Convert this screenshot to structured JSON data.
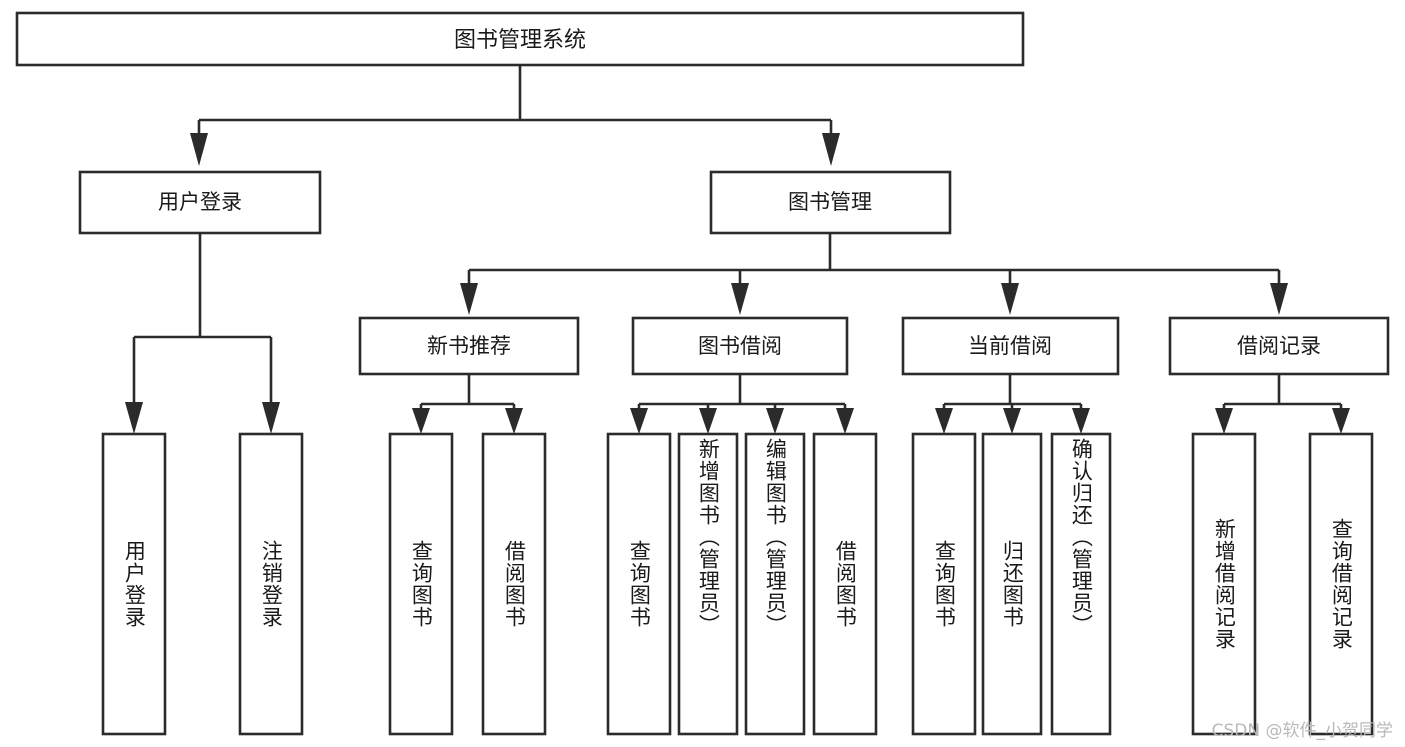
{
  "diagram": {
    "type": "tree",
    "title": "图书管理系统",
    "orientation": "top-down",
    "colors": {
      "box_fill": "#ffffff",
      "box_stroke": "#2b2b2b",
      "text": "#1a1a1a",
      "background": "#ffffff",
      "watermark": "#b9b9b9"
    },
    "levels": [
      {
        "level": 1,
        "nodes": [
          {
            "id": "root",
            "label": "图书管理系统",
            "text_direction": "horizontal"
          }
        ]
      },
      {
        "level": 2,
        "nodes": [
          {
            "id": "user-login",
            "label": "用户登录",
            "parent": "root",
            "text_direction": "horizontal"
          },
          {
            "id": "book-manage",
            "label": "图书管理",
            "parent": "root",
            "text_direction": "horizontal"
          }
        ]
      },
      {
        "level": 3,
        "nodes": [
          {
            "id": "new-book-rec",
            "label": "新书推荐",
            "parent": "book-manage",
            "text_direction": "horizontal"
          },
          {
            "id": "book-borrow",
            "label": "图书借阅",
            "parent": "book-manage",
            "text_direction": "horizontal"
          },
          {
            "id": "current-borrow",
            "label": "当前借阅",
            "parent": "book-manage",
            "text_direction": "horizontal"
          },
          {
            "id": "borrow-record",
            "label": "借阅记录",
            "parent": "book-manage",
            "text_direction": "horizontal"
          }
        ]
      },
      {
        "level": 4,
        "nodes": [
          {
            "id": "leaf-user-login",
            "label": "用户登录",
            "parent": "user-login",
            "text_direction": "vertical"
          },
          {
            "id": "leaf-user-logout",
            "label": "注销登录",
            "parent": "user-login",
            "text_direction": "vertical"
          },
          {
            "id": "leaf-query-book-1",
            "label": "查询图书",
            "parent": "new-book-rec",
            "text_direction": "vertical"
          },
          {
            "id": "leaf-borrow-book-1",
            "label": "借阅图书",
            "parent": "new-book-rec",
            "text_direction": "vertical"
          },
          {
            "id": "leaf-query-book-2",
            "label": "查询图书",
            "parent": "book-borrow",
            "text_direction": "vertical"
          },
          {
            "id": "leaf-add-book",
            "label": "新增图书（管理员）",
            "parent": "book-borrow",
            "text_direction": "vertical"
          },
          {
            "id": "leaf-edit-book",
            "label": "编辑图书（管理员）",
            "parent": "book-borrow",
            "text_direction": "vertical"
          },
          {
            "id": "leaf-borrow-book-2",
            "label": "借阅图书",
            "parent": "book-borrow",
            "text_direction": "vertical"
          },
          {
            "id": "leaf-query-book-3",
            "label": "查询图书",
            "parent": "current-borrow",
            "text_direction": "vertical"
          },
          {
            "id": "leaf-return-book",
            "label": "归还图书",
            "parent": "current-borrow",
            "text_direction": "vertical"
          },
          {
            "id": "leaf-confirm-return",
            "label": "确认归还（管理员）",
            "parent": "current-borrow",
            "text_direction": "vertical"
          },
          {
            "id": "leaf-add-record",
            "label": "新增借阅记录",
            "parent": "borrow-record",
            "text_direction": "vertical"
          },
          {
            "id": "leaf-query-record",
            "label": "查询借阅记录",
            "parent": "borrow-record",
            "text_direction": "vertical"
          }
        ]
      }
    ]
  },
  "watermark": {
    "text": "CSDN @软件_小贺同学"
  }
}
